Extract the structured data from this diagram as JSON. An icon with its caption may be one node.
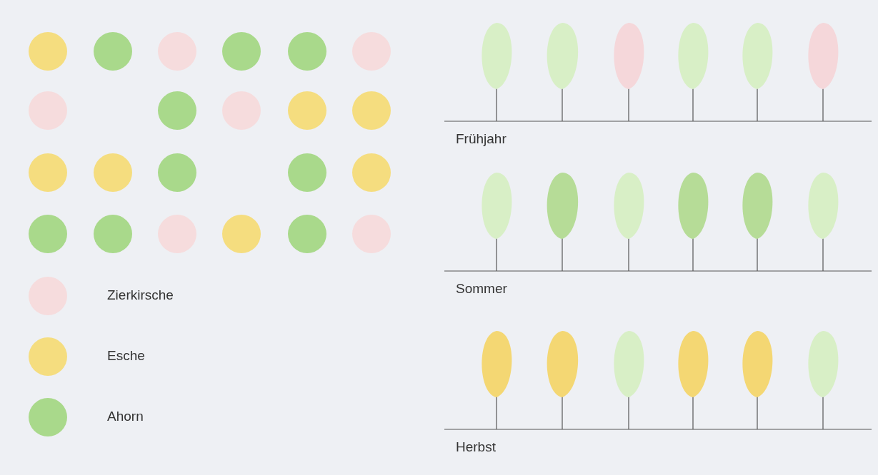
{
  "diagram": {
    "labels": [
      "Frühjahr",
      "Sommer",
      "Herbst"
    ],
    "legend": [
      {
        "text": "Zierkirsche",
        "color": "#f6dcdd"
      },
      {
        "text": "Esche",
        "color": "#f5dd7f"
      },
      {
        "text": "Ahorn",
        "color": "#a9d98b"
      }
    ]
  }
}
